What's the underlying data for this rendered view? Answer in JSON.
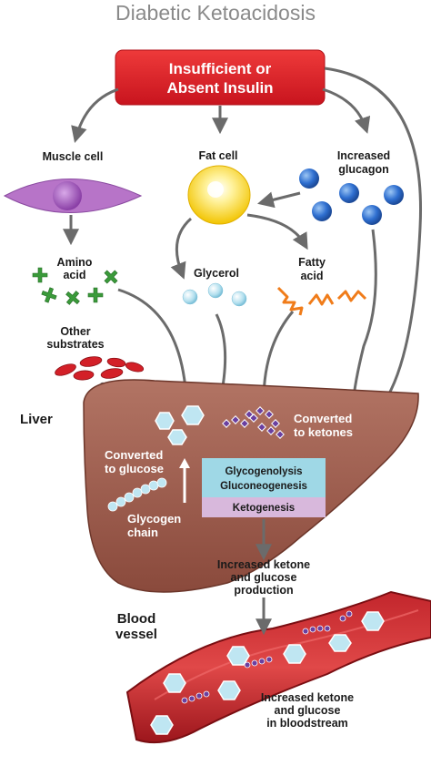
{
  "title": "Diabetic Ketoacidosis",
  "banner": {
    "line1": "Insufficient or",
    "line2": "Absent Insulin"
  },
  "muscle_cell": "Muscle cell",
  "fat_cell": "Fat cell",
  "glucagon": {
    "line1": "Increased",
    "line2": "glucagon"
  },
  "amino_acid": {
    "line1": "Amino",
    "line2": "acid"
  },
  "glycerol": "Glycerol",
  "fatty_acid": {
    "line1": "Fatty",
    "line2": "acid"
  },
  "other_substrates": {
    "line1": "Other",
    "line2": "substrates"
  },
  "liver": "Liver",
  "converted_ketones": {
    "line1": "Converted",
    "line2": "to ketones"
  },
  "converted_glucose": {
    "line1": "Converted",
    "line2": "to glucose"
  },
  "glycogen_chain": {
    "line1": "Glycogen",
    "line2": "chain"
  },
  "process_box": {
    "line1": "Glycogenolysis",
    "line2": "Gluconeogenesis",
    "line3": "Ketogenesis"
  },
  "production": {
    "line1": "Increased ketone",
    "line2": "and glucose",
    "line3": "production"
  },
  "blood_vessel": {
    "line1": "Blood",
    "line2": "vessel"
  },
  "bloodstream": {
    "line1": "Increased ketone",
    "line2": "and glucose",
    "line3": "in bloodstream"
  },
  "colors": {
    "banner_red": "#d8202a",
    "liver_brown": "#9c5a4a",
    "vessel_red": "#b51d24",
    "glucose_cyan": "#bfe6f2",
    "ketone_purple": "#6a3fa0",
    "glucagon_blue": "#2a64c0",
    "fat_yellow": "#f4d21a",
    "muscle_purple": "#b774c8",
    "amino_green": "#3a9a3a",
    "fatty_orange": "#f07c1a",
    "box_cyan": "#9fd8e6",
    "box_lavender": "#d8b8dc"
  }
}
